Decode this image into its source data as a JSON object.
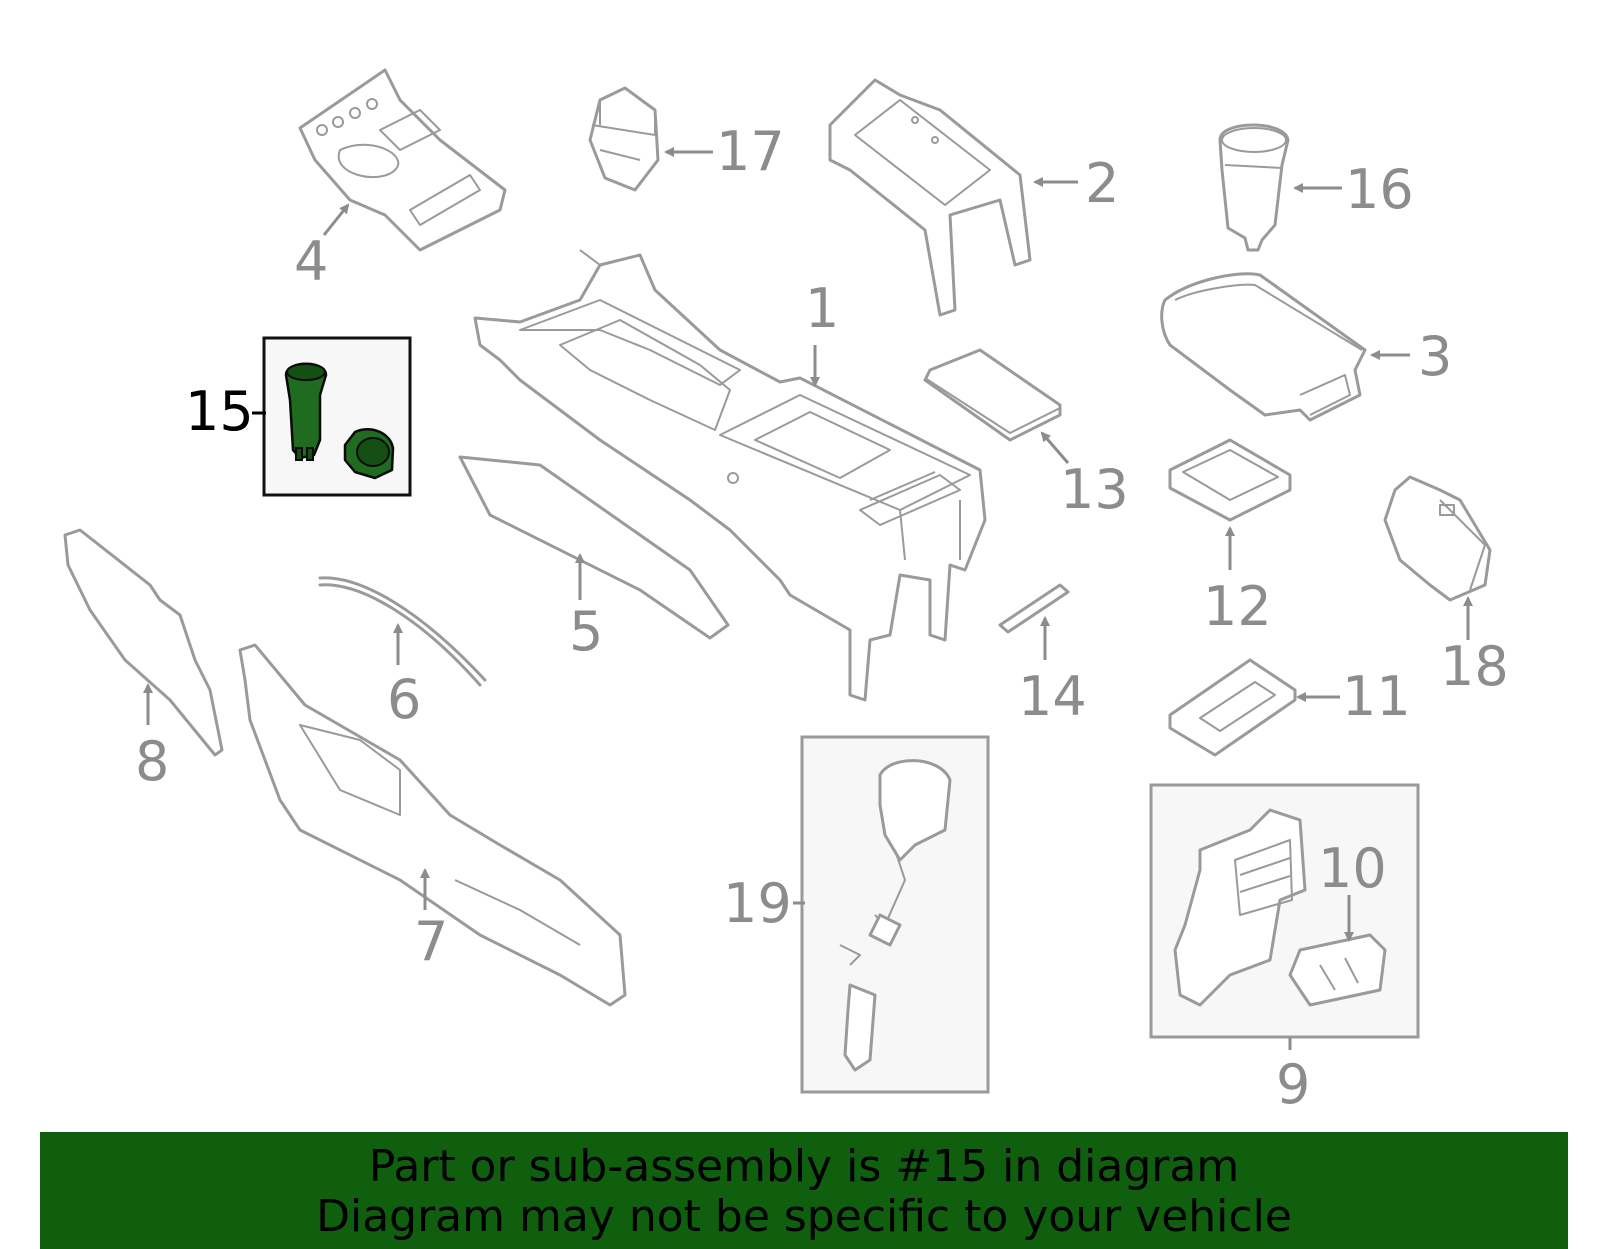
{
  "diagram": {
    "highlighted_part": "15",
    "callouts": {
      "c1": "1",
      "c2": "2",
      "c3": "3",
      "c4": "4",
      "c5": "5",
      "c6": "6",
      "c7": "7",
      "c8": "8",
      "c9": "9",
      "c10": "10",
      "c11": "11",
      "c12": "12",
      "c13": "13",
      "c14": "14",
      "c15": "15",
      "c16": "16",
      "c17": "17",
      "c18": "18",
      "c19": "19"
    },
    "colors": {
      "line": "#9a9a9a",
      "highlight": "#1f6b1f",
      "banner": "#0f5f0f"
    }
  },
  "banner": {
    "line1": "Part or sub-assembly is #15 in diagram",
    "line2": "Diagram may not be specific to your vehicle"
  }
}
